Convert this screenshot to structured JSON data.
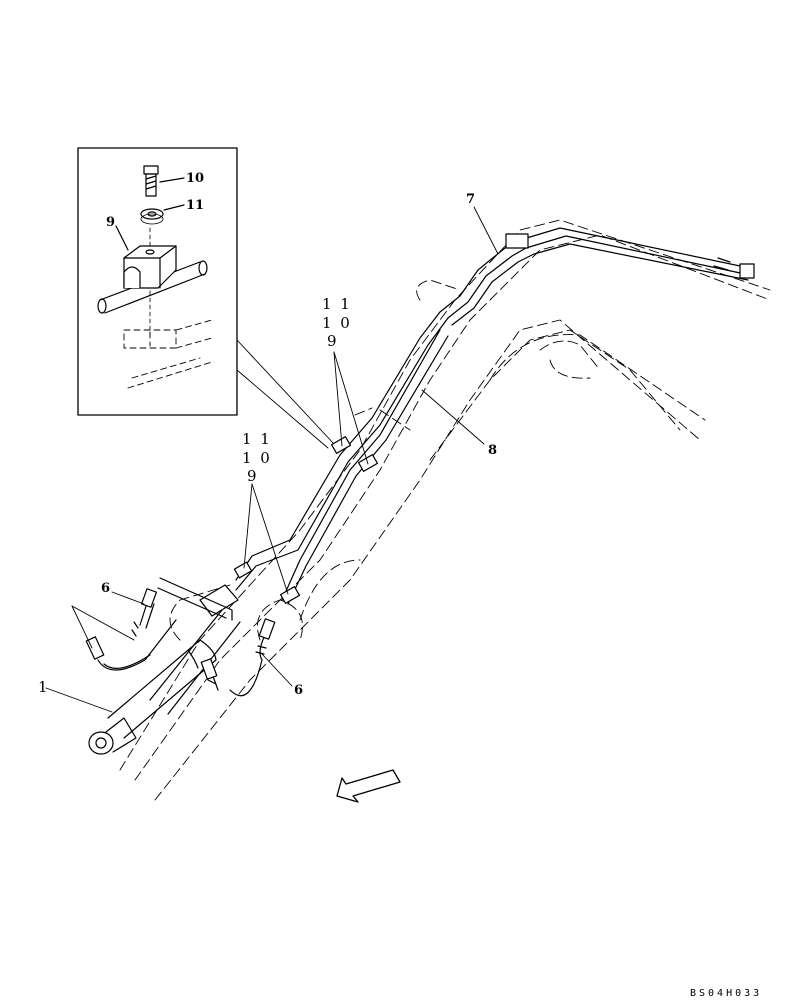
{
  "drawing_code": "BS04H033",
  "callouts": {
    "inset_bolt": "10",
    "inset_washer": "11",
    "inset_clamp": "9",
    "tube_upper": "7",
    "tube_main": "8",
    "hose_left": "6",
    "hose_right": "6",
    "cylinder": "1",
    "group_upper": [
      "1 1",
      "1 0",
      "9"
    ],
    "group_lower": [
      "1 1",
      "1 0",
      "9"
    ]
  }
}
